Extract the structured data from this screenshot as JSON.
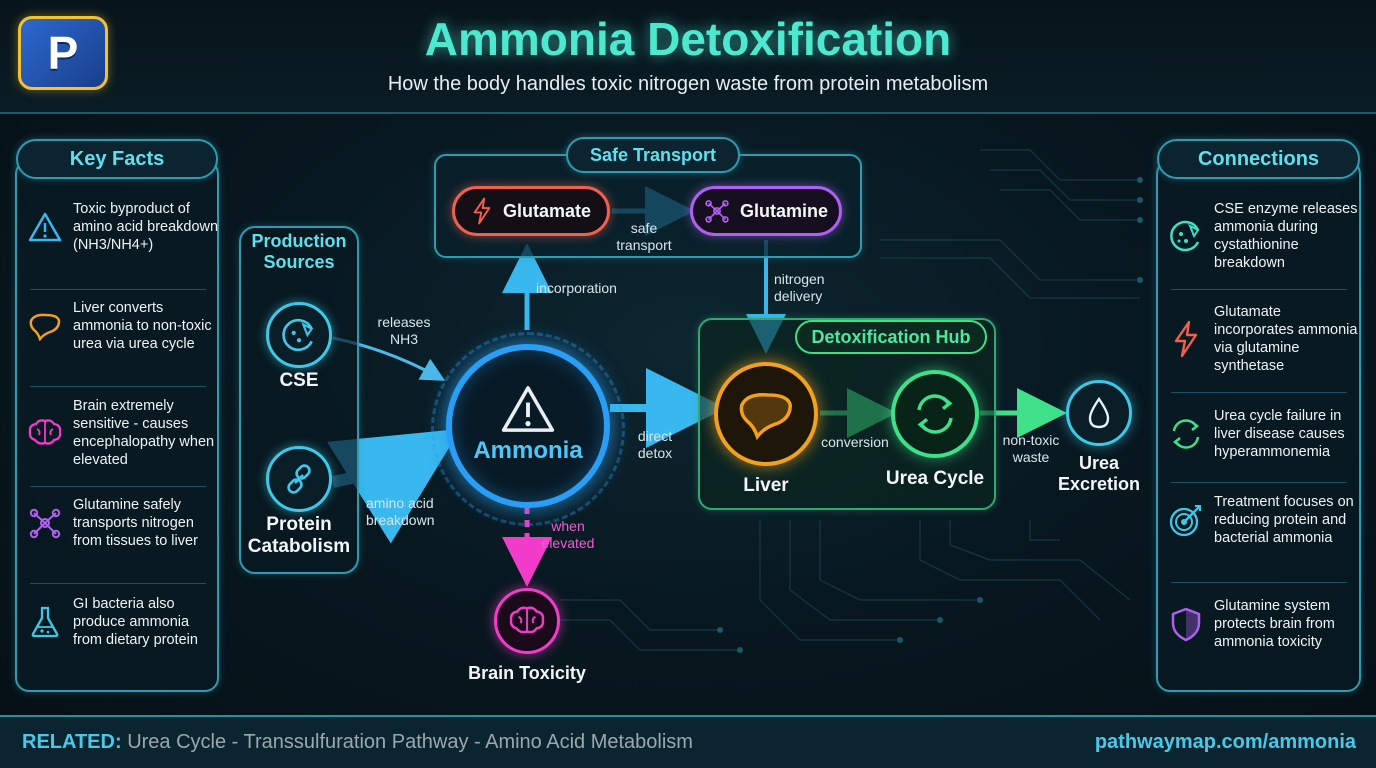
{
  "header": {
    "title": "Ammonia Detoxification",
    "subtitle": "How the body handles toxic nitrogen waste from protein metabolism",
    "logo_letter": "P"
  },
  "key_facts": {
    "title": "Key Facts",
    "items": [
      {
        "icon": "warning-icon",
        "text": "Toxic byproduct of amino acid breakdown (NH3/NH4+)"
      },
      {
        "icon": "liver-icon",
        "text": "Liver converts ammonia to non-toxic urea via urea cycle"
      },
      {
        "icon": "brain-icon",
        "text": "Brain extremely sensitive - causes encephalopathy when elevated"
      },
      {
        "icon": "molecule-icon",
        "text": "Glutamine safely transports nitrogen from tissues to liver"
      },
      {
        "icon": "flask-icon",
        "text": "GI bacteria also produce ammonia from dietary protein"
      }
    ]
  },
  "connections": {
    "title": "Connections",
    "items": [
      {
        "icon": "enzyme-icon",
        "text": "CSE enzyme releases ammonia during cystathionine breakdown"
      },
      {
        "icon": "lightning-icon",
        "text": "Glutamate incorporates ammonia via glutamine synthetase"
      },
      {
        "icon": "cycle-icon",
        "text": "Urea cycle failure in liver disease causes hyperammonemia"
      },
      {
        "icon": "target-icon",
        "text": "Treatment focuses on reducing protein and bacterial ammonia"
      },
      {
        "icon": "shield-icon",
        "text": "Glutamine system protects brain from ammonia toxicity"
      }
    ]
  },
  "production": {
    "title": "Production Sources",
    "cse_label": "CSE",
    "protein_label": "Protein Catabolism"
  },
  "transport": {
    "title": "Safe Transport",
    "glutamate": "Glutamate",
    "glutamine": "Glutamine",
    "safe_label": "safe transport"
  },
  "center": {
    "ammonia": "Ammonia",
    "brain": "Brain Toxicity"
  },
  "hub": {
    "title": "Detoxification Hub",
    "liver": "Liver",
    "urea_cycle": "Urea Cycle",
    "conversion": "conversion"
  },
  "excretion": {
    "label": "Urea Excretion"
  },
  "edge_labels": {
    "releases": "releases NH3",
    "amino": "amino acid breakdown",
    "incorporation": "incorporation",
    "nitrogen": "nitrogen delivery",
    "direct": "direct detox",
    "elevated": "when elevated",
    "nontoxic": "non-toxic waste"
  },
  "footer": {
    "related_label": "RELATED:",
    "related_items": "Urea Cycle - Transsulfuration Pathway - Amino Acid Metabolism",
    "url": "pathwaymap.com/ammonia"
  },
  "colors": {
    "ammonia": "#2a9df4",
    "glutamate": "#f0604e",
    "glutamine": "#b060f0",
    "liver": "#f2a020",
    "urea": "#3ee08a",
    "brain": "#f03cc8",
    "accent": "#4de8d0"
  }
}
